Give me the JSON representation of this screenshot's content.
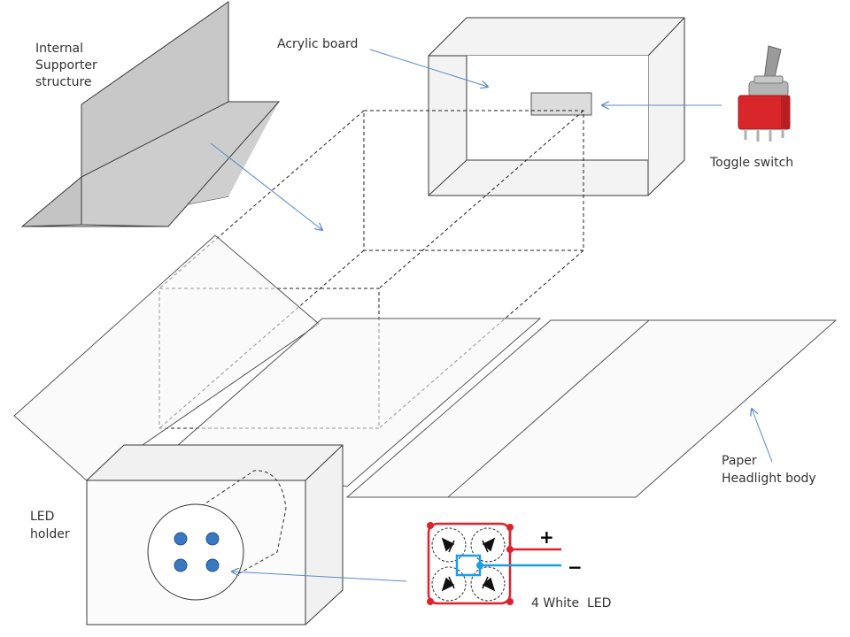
{
  "labels": {
    "internal_supporter": [
      "Internal",
      "Supporter",
      "structure"
    ],
    "acrylic_board": "Acrylic board",
    "toggle_switch": "Toggle switch",
    "paper_body": [
      "Paper",
      "Headlight body"
    ],
    "led_holder": [
      "LED",
      "holder"
    ],
    "white_led": "4 White  LED",
    "plus": "+",
    "minus": "−"
  },
  "colors": {
    "arrow": "#5b8ac6",
    "supporter_fill": "#c8c8c8",
    "acrylic_fill": "#f2f2f2",
    "paper_fill": "#f2f2f2",
    "slot_fill": "#dcdcdc",
    "led_dot": "#3b78c2",
    "circuit_red": "#e0202a",
    "circuit_blue": "#1aa0e0",
    "switch_red": "#d9262a",
    "switch_metal": "#a8a8a8"
  }
}
